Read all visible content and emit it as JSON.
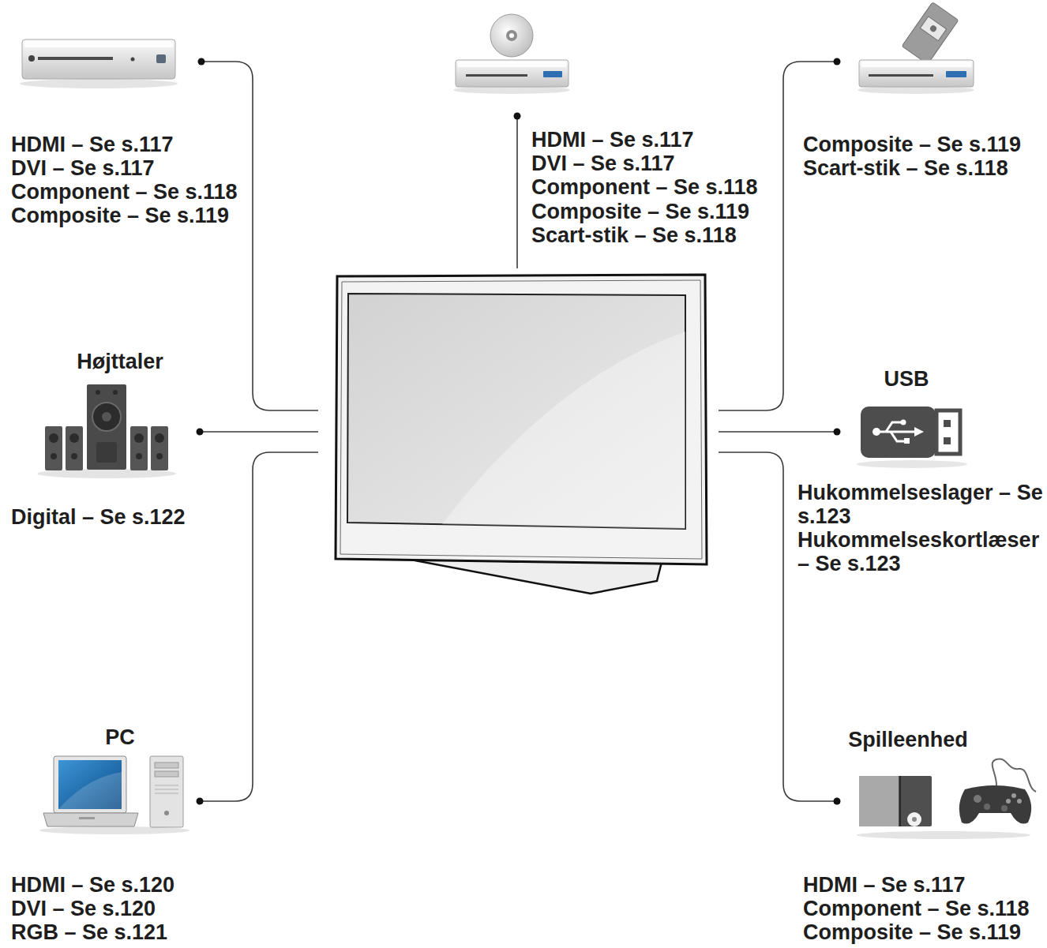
{
  "diagram": {
    "nodes": [
      {
        "text": [
          "HDMI – Se s.117",
          "DVI – Se s.117",
          "Component – Se s.118",
          "Composite – Se s.119"
        ]
      },
      {
        "text": [
          "HDMI – Se s.117",
          "DVI – Se s.117",
          "Component – Se s.118",
          "Composite – Se s.119",
          "Scart-stik – Se s.118"
        ]
      },
      {
        "text": [
          "Composite – Se s.119",
          "Scart-stik – Se s.118"
        ]
      },
      {
        "text": [
          "Højttaler",
          "Digital – Se s.122"
        ]
      },
      {
        "text": []
      },
      {
        "text": [
          "USB",
          "Hukommelseslager – Se s.123",
          "Hukommelseskortlæser – Se s.123"
        ]
      },
      {
        "text": [
          "PC",
          "HDMI – Se s.120",
          "DVI – Se s.120",
          "RGB – Se s.121"
        ]
      },
      {
        "text": [
          "Spilleenhed",
          "HDMI – Se s.117",
          "Component – Se s.118",
          "Composite – Se s.119"
        ]
      }
    ],
    "edges": [
      {
        "from": 0,
        "to": 4,
        "arrow": "none"
      },
      {
        "from": 1,
        "to": 4,
        "arrow": "none"
      },
      {
        "from": 2,
        "to": 4,
        "arrow": "none"
      },
      {
        "from": 3,
        "to": 4,
        "arrow": "none"
      },
      {
        "from": 5,
        "to": 4,
        "arrow": "none"
      },
      {
        "from": 6,
        "to": 4,
        "arrow": "none"
      },
      {
        "from": 7,
        "to": 4,
        "arrow": "none"
      }
    ]
  }
}
